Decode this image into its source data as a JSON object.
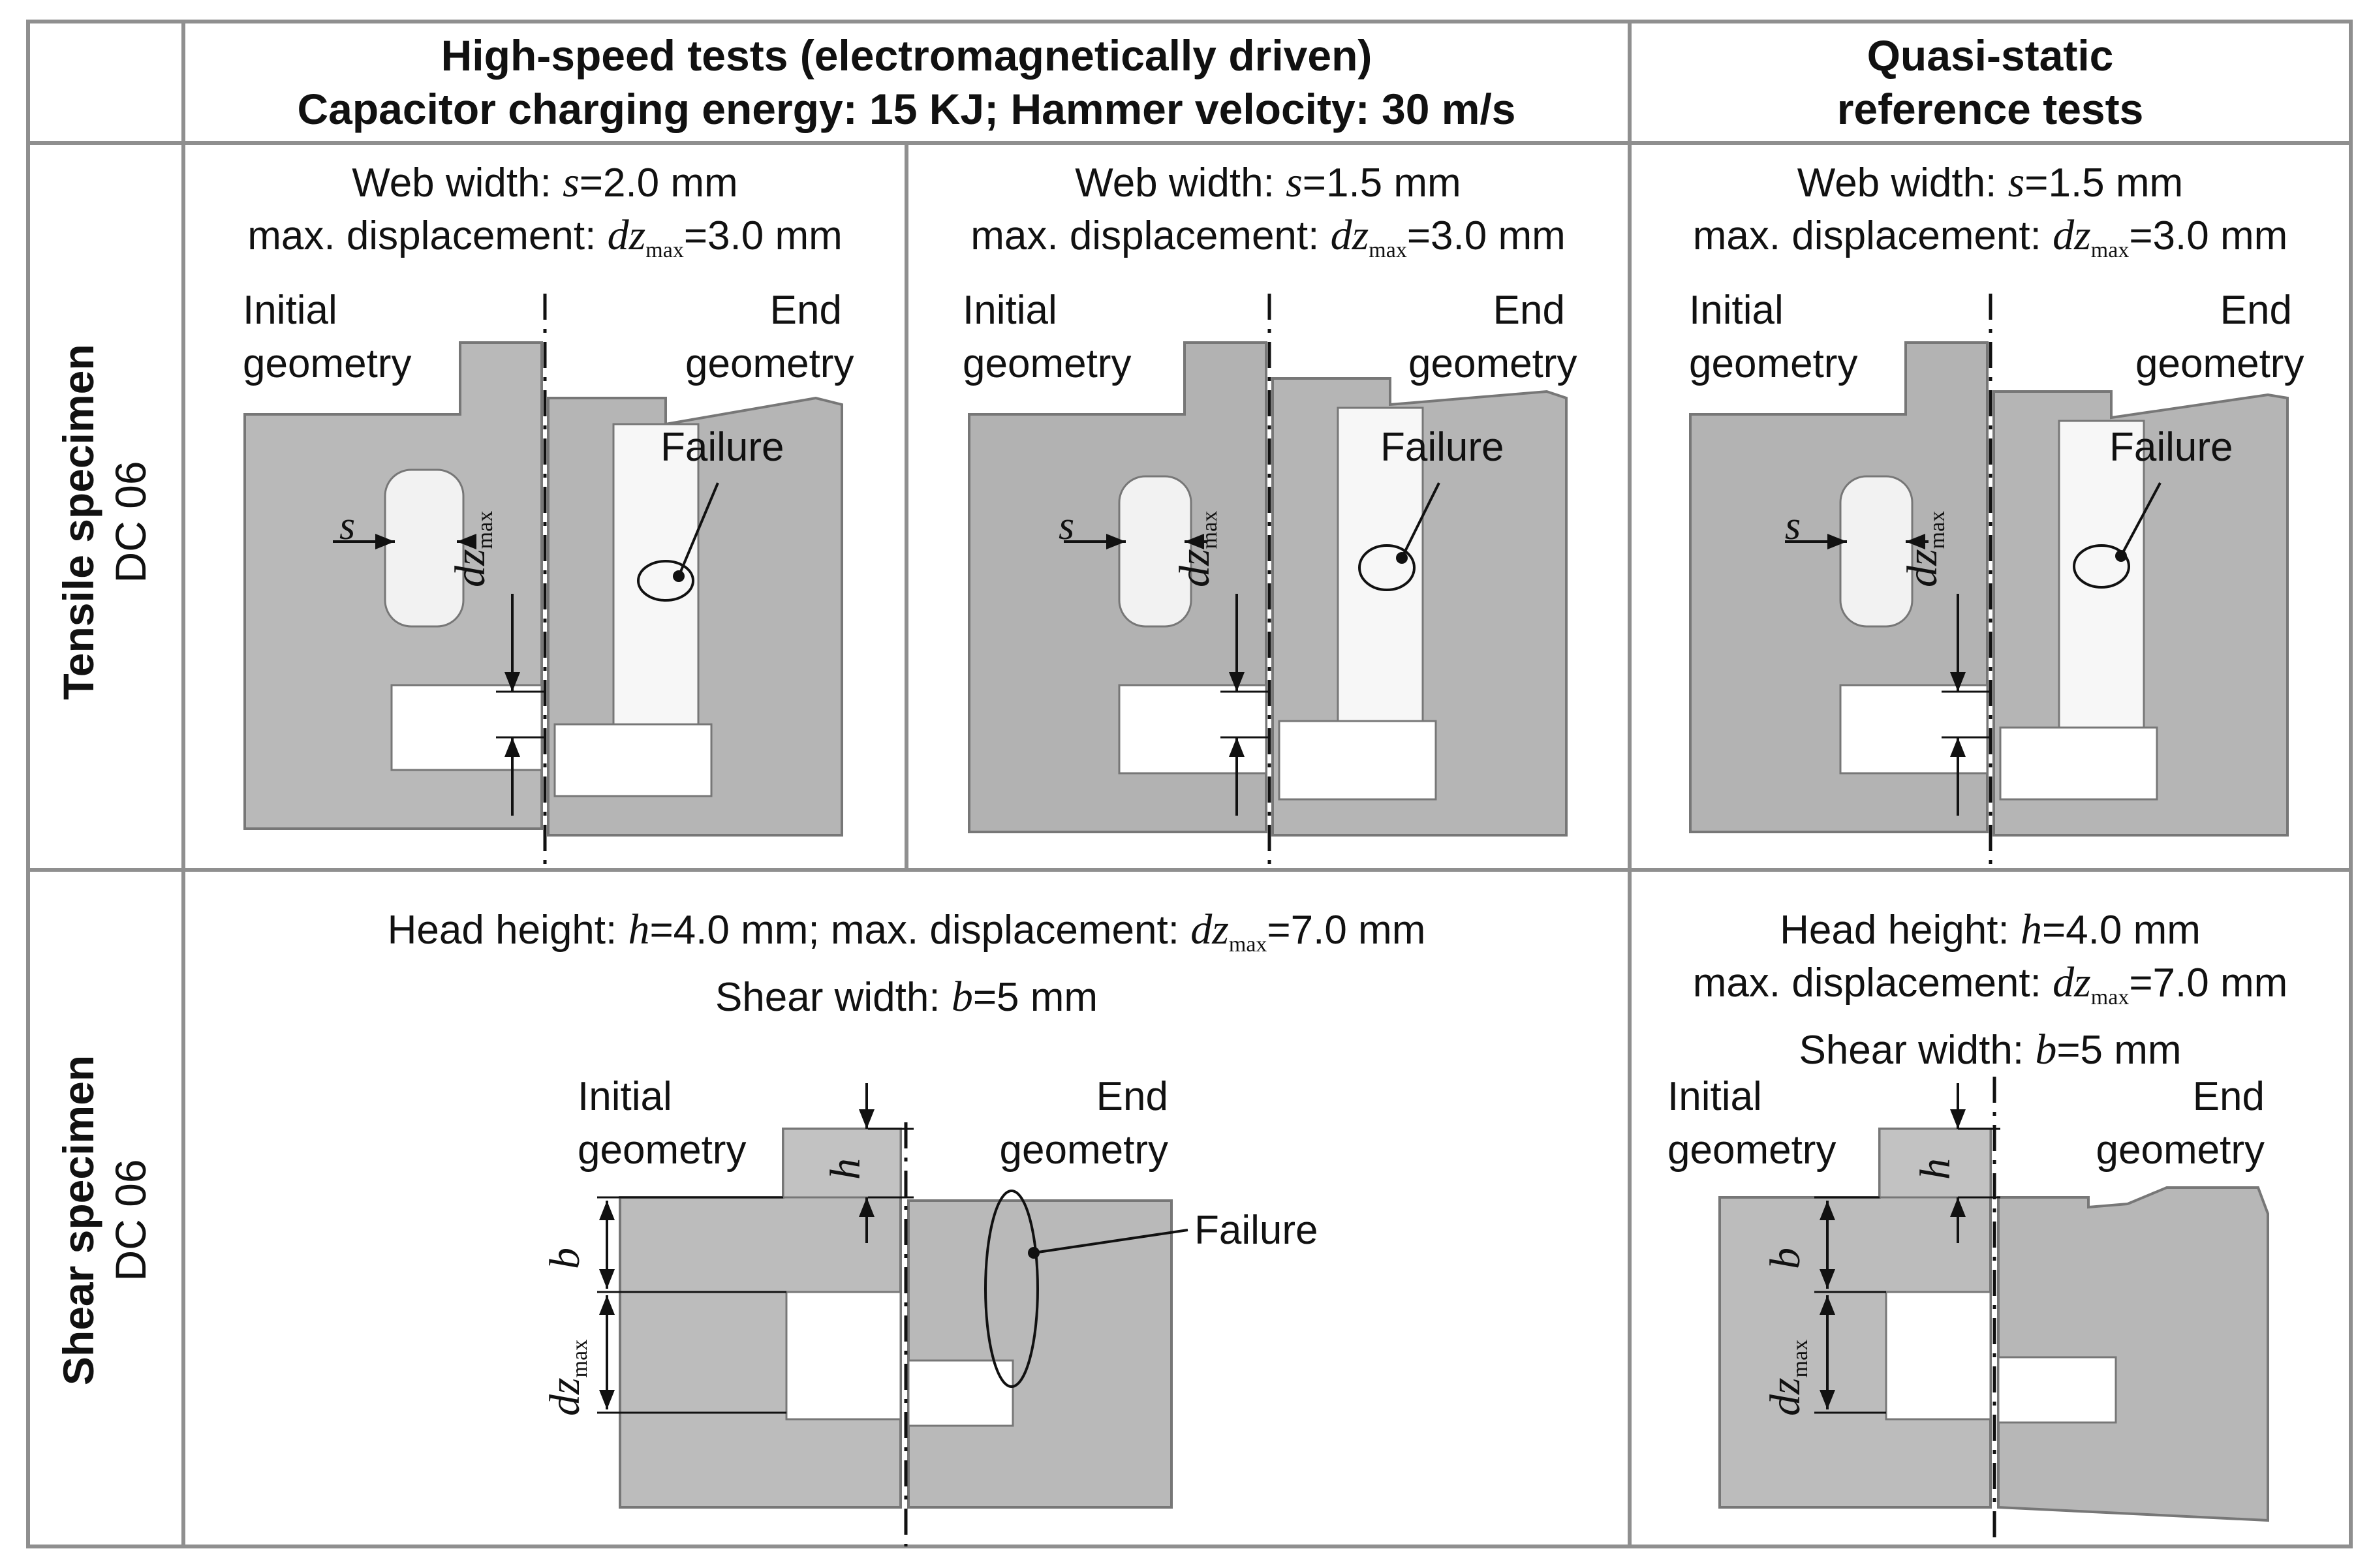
{
  "header": {
    "col_high_speed_line1": "High-speed tests (electromagnetically driven)",
    "col_high_speed_line2": "Capacitor charging energy: 15 KJ; Hammer velocity: 30 m/s",
    "col_quasi_line1": "Quasi-static",
    "col_quasi_line2": "reference tests"
  },
  "rows": {
    "tensile_line1": "Tensile specimen",
    "tensile_line2": "DC 06",
    "shear_line1": "Shear specimen",
    "shear_line2": "DC 06"
  },
  "tensile": {
    "panel1": {
      "web_prefix": "Web width: ",
      "web_sym": "s",
      "web_val": "=2.0 mm",
      "disp_prefix": "max. displacement: ",
      "disp_sym": "dz",
      "disp_sub": "max",
      "disp_val": "=3.0 mm"
    },
    "panel2": {
      "web_prefix": "Web width: ",
      "web_sym": "s",
      "web_val": "=1.5 mm",
      "disp_prefix": "max. displacement: ",
      "disp_sym": "dz",
      "disp_sub": "max",
      "disp_val": "=3.0 mm"
    },
    "panel3": {
      "web_prefix": "Web width: ",
      "web_sym": "s",
      "web_val": "=1.5 mm",
      "disp_prefix": "max. displacement: ",
      "disp_sym": "dz",
      "disp_sub": "max",
      "disp_val": "=3.0 mm"
    },
    "label_initial_1": "Initial",
    "label_initial_2": "geometry",
    "label_end_1": "End",
    "label_end_2": "geometry",
    "label_failure": "Failure",
    "dim_s": "s",
    "dim_dz": "dz",
    "dim_dz_sub": "max"
  },
  "shear": {
    "high_line1_prefix": "Head height: ",
    "high_line1_sym": "h",
    "high_line1_mid": "=4.0 mm; max. displacement: ",
    "high_line1_sym2": "dz",
    "high_line1_sub": "max",
    "high_line1_val": "=7.0 mm",
    "high_line2_prefix": "Shear width: ",
    "high_line2_sym": "b",
    "high_line2_val": "=5 mm",
    "quasi_line1_prefix": "Head height: ",
    "quasi_line1_sym": "h",
    "quasi_line1_val": "=4.0 mm",
    "quasi_line2_prefix": "max. displacement: ",
    "quasi_line2_sym": "dz",
    "quasi_line2_sub": "max",
    "quasi_line2_val": "=7.0 mm",
    "quasi_line3_prefix": "Shear width: ",
    "quasi_line3_sym": "b",
    "quasi_line3_val": "=5 mm",
    "label_initial_1": "Initial",
    "label_initial_2": "geometry",
    "label_end_1": "End",
    "label_end_2": "geometry",
    "label_failure": "Failure",
    "dim_h": "h",
    "dim_b": "b",
    "dim_dz": "dz",
    "dim_dz_sub": "max"
  },
  "colors": {
    "grid": "#8f8f8f",
    "metal": "#b9b9b9",
    "metal_dark": "#9a9a9a",
    "text": "#111111"
  }
}
